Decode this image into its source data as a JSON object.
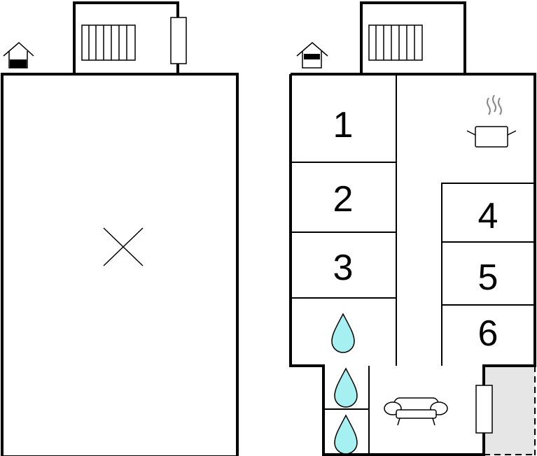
{
  "rooms": [
    {
      "label": "1"
    },
    {
      "label": "2"
    },
    {
      "label": "3"
    },
    {
      "label": "4"
    },
    {
      "label": "5"
    },
    {
      "label": "6"
    }
  ],
  "icons": {
    "house": "house-icon",
    "radiator": "radiator-icon",
    "door": "door-icon",
    "cross": "cross-icon",
    "cooking": "cooking-pot-icon",
    "water": "water-drop-icon",
    "sofa": "sofa-icon"
  },
  "colors": {
    "water": "#a6f0f2",
    "terrace": "#e6e6e6",
    "steam": "#888888"
  }
}
